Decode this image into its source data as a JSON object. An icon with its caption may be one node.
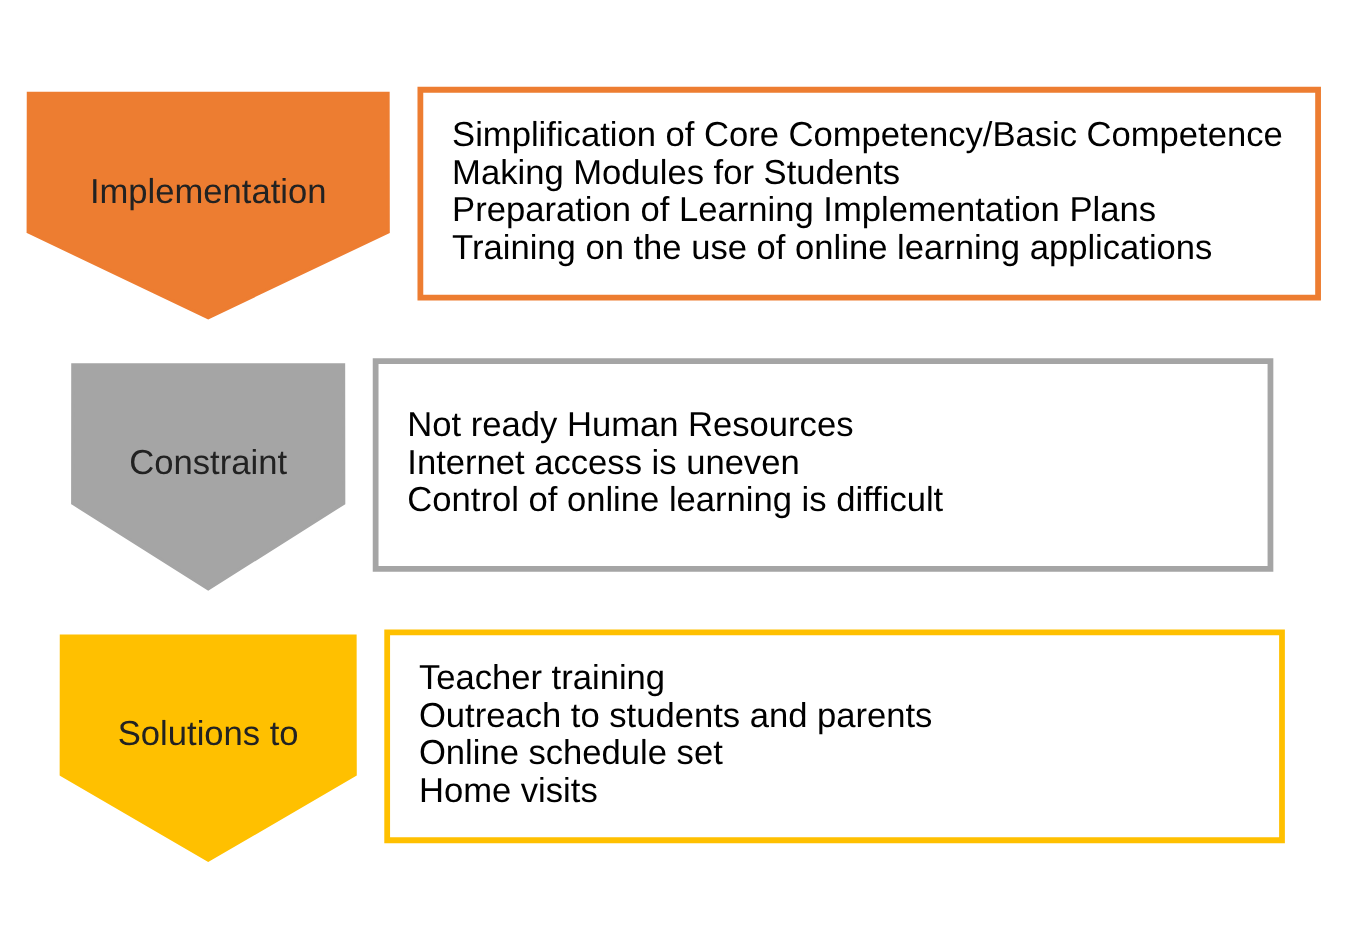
{
  "diagram": {
    "nodes": [
      {
        "text": [
          "Implementation"
        ]
      },
      {
        "text": [
          "Simplification of Core Competency/Basic Competence",
          "Making Modules for Students",
          "Preparation of Learning Implementation Plans",
          "Training on the use of online learning applications"
        ]
      },
      {
        "text": [
          "Constraint"
        ]
      },
      {
        "text": [
          "Not ready Human Resources",
          "Internet access is uneven",
          "Control of online learning is difficult"
        ]
      },
      {
        "text": [
          "Solutions to"
        ]
      },
      {
        "text": [
          "Teacher training",
          "Outreach to students and parents",
          "Online schedule set",
          "Home visits"
        ]
      }
    ]
  }
}
